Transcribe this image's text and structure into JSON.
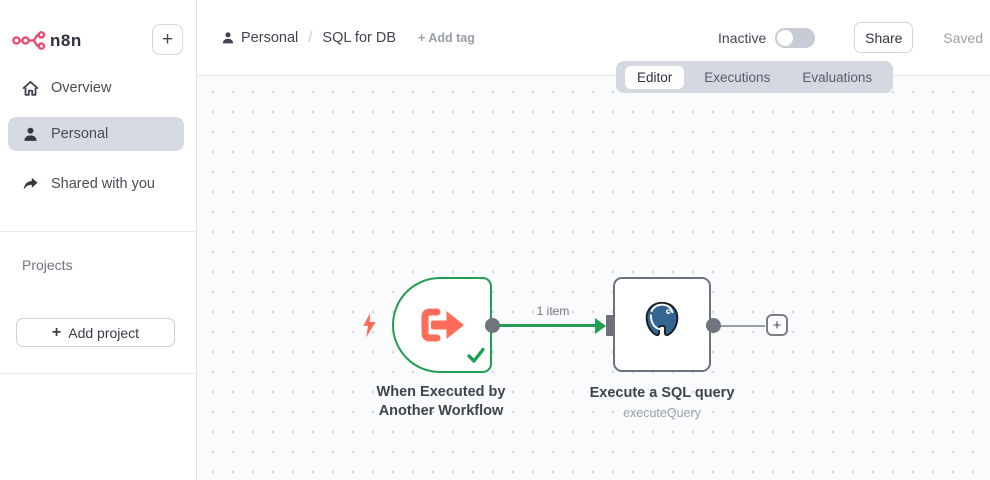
{
  "app_title": "n8n workflow editor",
  "icons": {
    "plus": "+"
  },
  "colors": {
    "brand_pink": "#ea4b71",
    "accent_green": "#1f9e54",
    "trigger_coral": "#ff6d5a",
    "postgres_blue": "#336791",
    "node_border_gray": "#6b7280",
    "tab_pill_bg": "#d4d9e1",
    "sidebar_active_bg": "#d5dae3",
    "canvas_bg": "#fafbfc"
  },
  "sidebar": {
    "logo_text": "n8n",
    "items": [
      {
        "label": "Overview",
        "active": false
      },
      {
        "label": "Personal",
        "active": true
      },
      {
        "label": "Shared with you",
        "active": false
      }
    ],
    "projects_label": "Projects",
    "add_project_label": "Add project"
  },
  "header": {
    "breadcrumb": {
      "project": "Personal",
      "separator": "/",
      "workflow_name": "SQL for DB",
      "add_tag": "+ Add tag"
    },
    "status_label": "Inactive",
    "toggle_on": false,
    "share_label": "Share",
    "saved_label": "Saved"
  },
  "tabs": [
    {
      "label": "Editor",
      "active": true
    },
    {
      "label": "Executions",
      "active": false
    },
    {
      "label": "Evaluations",
      "active": false
    }
  ],
  "canvas": {
    "connection": {
      "label": "1 item"
    },
    "nodes": [
      {
        "name": "When Executed by Another Workflow",
        "name_line1": "When Executed by",
        "name_line2": "Another Workflow",
        "type": "execute-workflow-trigger",
        "status": "success"
      },
      {
        "name": "Execute a SQL query",
        "subtitle": "executeQuery",
        "type": "postgres"
      }
    ]
  }
}
